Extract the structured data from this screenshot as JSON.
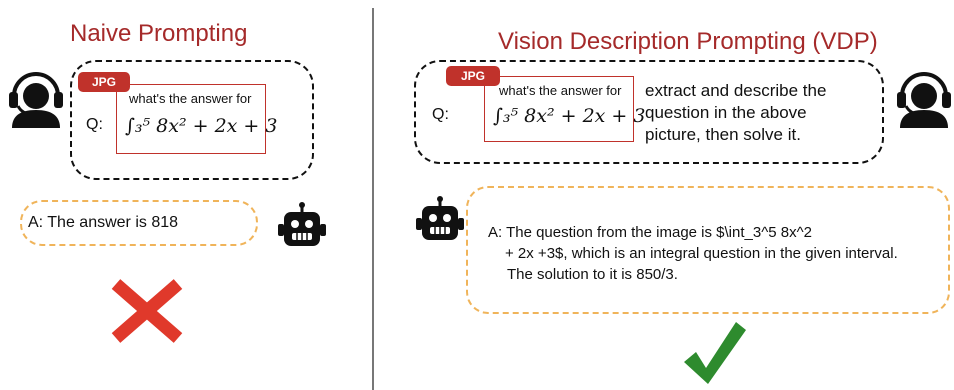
{
  "left": {
    "title": "Naive Prompting",
    "jpg_badge": "JPG",
    "q_label": "Q:",
    "question_text": "what's the answer for",
    "question_math": "∫₃⁵ 8x² + 2x + 3",
    "answer": "A: The answer is 818",
    "result_icon": "cross-icon"
  },
  "right": {
    "title": "Vision Description Prompting (VDP)",
    "jpg_badge": "JPG",
    "q_label": "Q:",
    "question_text": "what's the answer for",
    "question_math": "∫₃⁵ 8x² + 2x + 3",
    "instruction_lines": [
      "extract and describe the",
      "question in the above",
      "picture, then solve it."
    ],
    "answer_lines": [
      "A: The question from the image is $\\int_3^5 8x^2",
      "+ 2x +3$, which is an integral question in the given interval.",
      "The solution to it is 850/3."
    ],
    "result_icon": "check-icon"
  },
  "colors": {
    "title": "#a52a2a",
    "badge": "#c0322b",
    "answer_border": "#f0b45a",
    "cross": "#e0392b",
    "check": "#2e8b2e"
  }
}
